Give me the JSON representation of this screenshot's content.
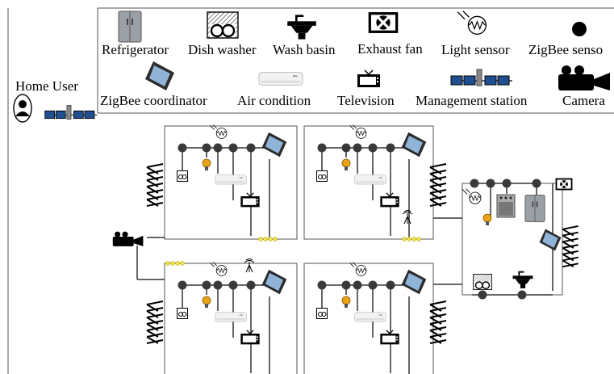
{
  "user": {
    "label": "Home User"
  },
  "legend": {
    "row1": [
      {
        "label": "Refrigerator",
        "icon": "refrigerator-icon"
      },
      {
        "label": "Dish washer",
        "icon": "dish-washer-icon"
      },
      {
        "label": "Wash basin",
        "icon": "wash-basin-icon"
      },
      {
        "label": "Exhaust fan",
        "icon": "exhaust-fan-icon"
      },
      {
        "label": "Light sensor",
        "icon": "light-sensor-icon"
      },
      {
        "label": "ZigBee senso",
        "icon": "zigbee-sensor-icon"
      }
    ],
    "row2": [
      {
        "label": "ZigBee coordinator",
        "icon": "zigbee-coordinator-icon"
      },
      {
        "label": "Air condition",
        "icon": "air-conditioner-icon"
      },
      {
        "label": "Television",
        "icon": "television-icon"
      },
      {
        "label": "Management station",
        "icon": "management-station-icon"
      },
      {
        "label": "Camera",
        "icon": "camera-icon"
      }
    ]
  },
  "colors": {
    "line": "#333333",
    "node": "#3a3a3a",
    "bulb": "#e8a317",
    "sensor_dots": "#f2e24a"
  }
}
